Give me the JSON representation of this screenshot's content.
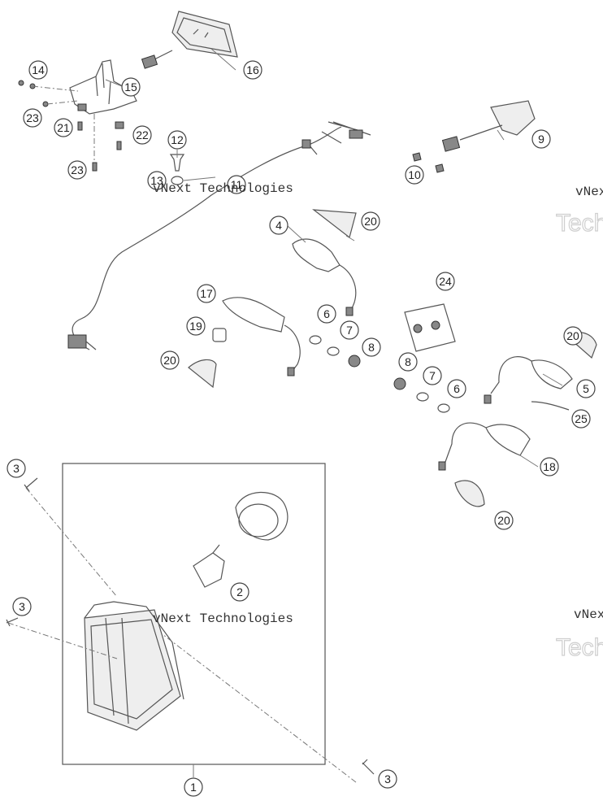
{
  "callouts": [
    "14",
    "15",
    "16",
    "23",
    "21",
    "22",
    "12",
    "23",
    "13",
    "11",
    "10",
    "9",
    "4",
    "20",
    "17",
    "19",
    "6",
    "7",
    "8",
    "20",
    "24",
    "20",
    "8",
    "7",
    "6",
    "5",
    "25",
    "18",
    "20",
    "3",
    "3",
    "2",
    "3",
    "1"
  ],
  "watermarks": [
    "vNext Technologies",
    "vNext Technologies",
    "vNext",
    "Tech",
    "vNext",
    "Tech"
  ]
}
